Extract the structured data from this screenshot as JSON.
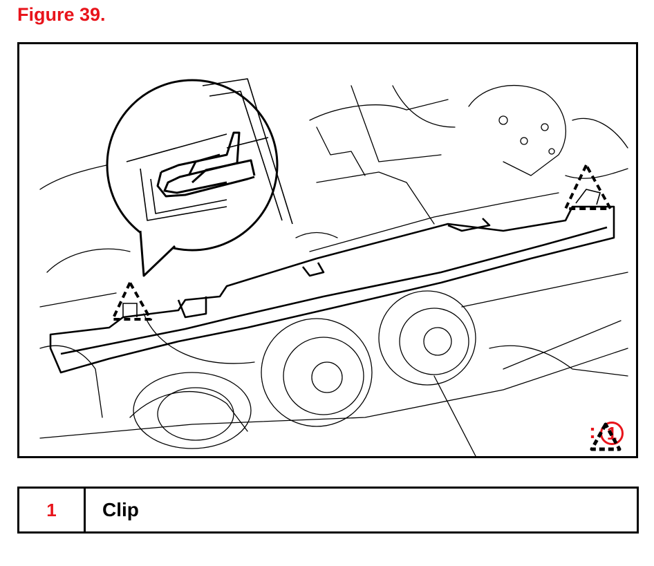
{
  "figure": {
    "title": "Figure 39.",
    "callout_number": "1",
    "callout_separator": ":"
  },
  "legend": {
    "rows": [
      {
        "number": "1",
        "label": "Clip"
      }
    ]
  },
  "colors": {
    "accent": "#e8141b",
    "line": "#000000"
  },
  "icons": {
    "clip_marker": "dashed-triangle-icon"
  }
}
